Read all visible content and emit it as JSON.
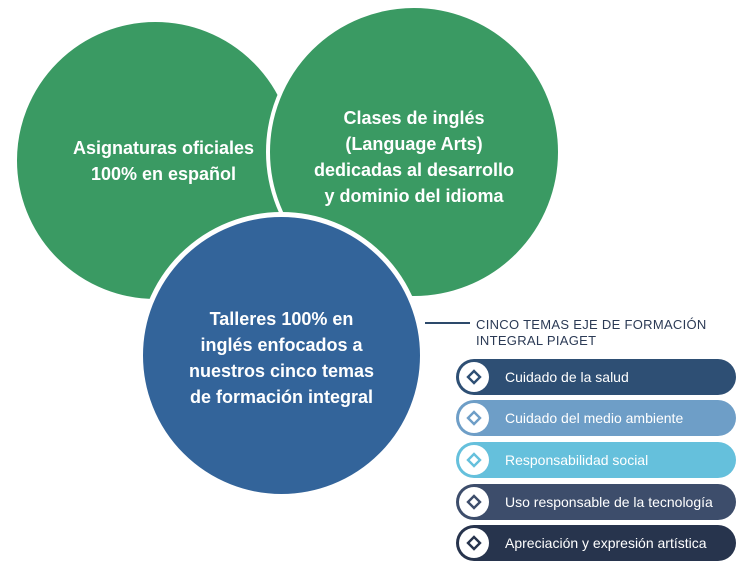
{
  "circles": [
    {
      "text": "Asignaturas oficiales 100% en español",
      "color": "#3a9a63"
    },
    {
      "text": "Clases de inglés (Language Arts) dedicadas al desarrollo y dominio del idioma",
      "color": "#3a9a63"
    },
    {
      "text": "Talleres 100% en inglés enfocados a nuestros cinco temas de formación integral",
      "color": "#33649a"
    }
  ],
  "topics_title": "CINCO TEMAS EJE DE FORMACIÓN INTEGRAL PIAGET",
  "topics": [
    {
      "label": "Cuidado de la salud",
      "color": "#2e4f74",
      "icon": "diamond-icon"
    },
    {
      "label": "Cuidado del medio ambiente",
      "color": "#6e9ec7",
      "icon": "diamond-icon"
    },
    {
      "label": "Responsabilidad social",
      "color": "#65c0dc",
      "icon": "diamond-icon"
    },
    {
      "label": "Uso responsable de la tecnología",
      "color": "#3d4d6b",
      "icon": "diamond-icon"
    },
    {
      "label": "Apreciación y expresión artística",
      "color": "#27344d",
      "icon": "diamond-icon"
    }
  ]
}
